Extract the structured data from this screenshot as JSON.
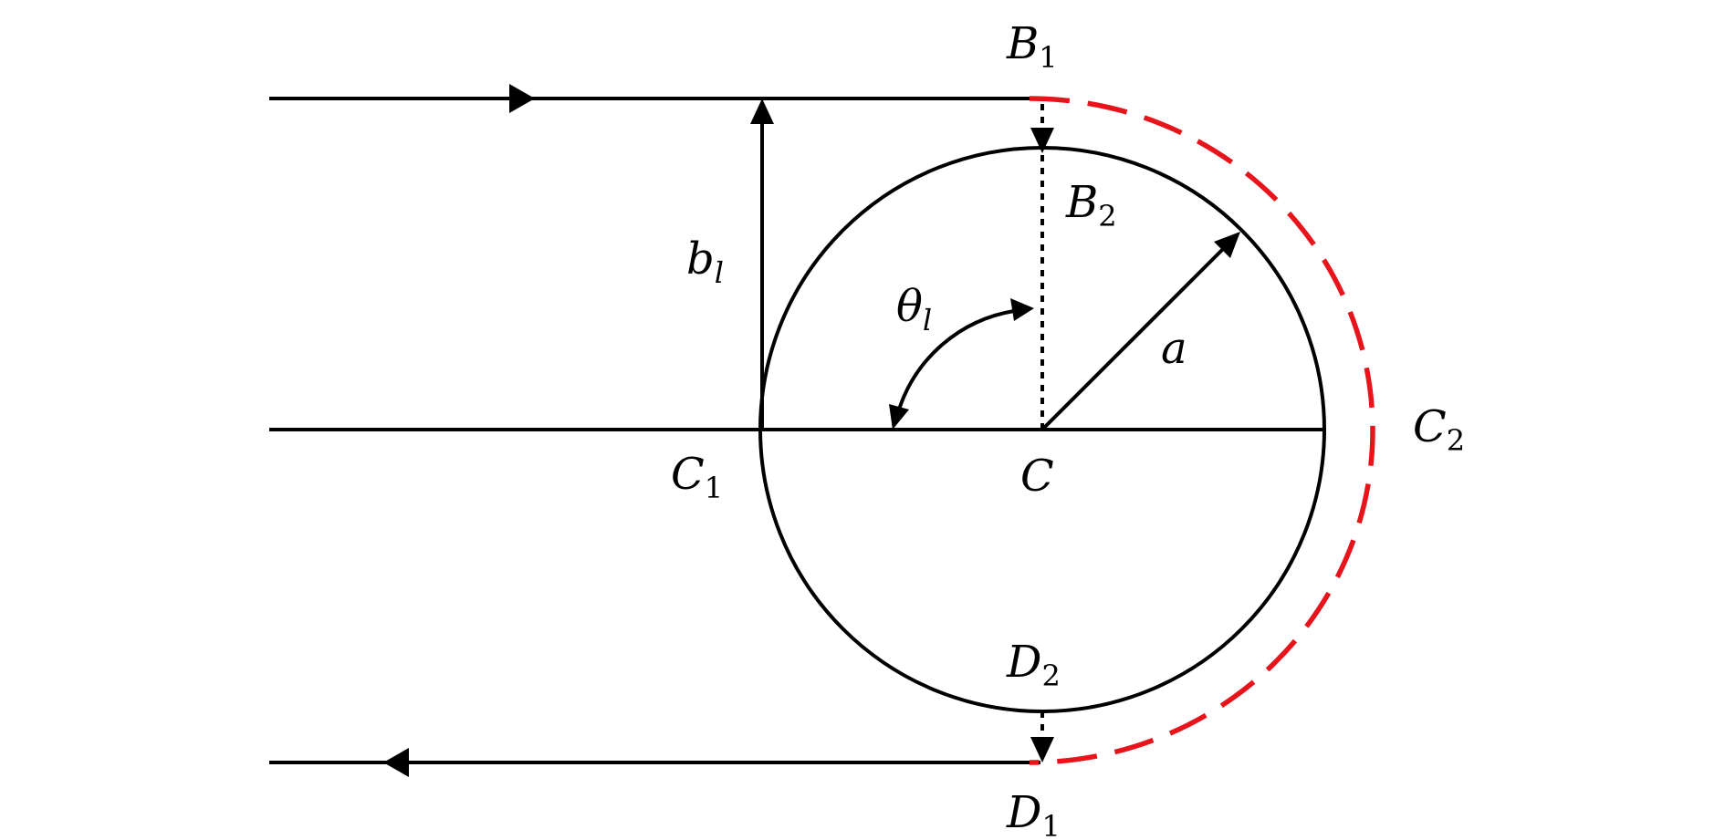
{
  "colors": {
    "line": "#000000",
    "dashed_arc": "#e8141b",
    "background": "#ffffff"
  },
  "labels": {
    "B1": {
      "main": "B",
      "sub": "1"
    },
    "B2": {
      "main": "B",
      "sub": "2"
    },
    "C": {
      "main": "C",
      "sub": ""
    },
    "C1": {
      "main": "C",
      "sub": "1"
    },
    "C2": {
      "main": "C",
      "sub": "2"
    },
    "D1": {
      "main": "D",
      "sub": "1"
    },
    "D2": {
      "main": "D",
      "sub": "2"
    },
    "radius": {
      "main": "a",
      "sub": ""
    },
    "impact": {
      "main": "b",
      "sub": "l"
    },
    "angle": {
      "main": "θ",
      "sub": "l"
    }
  }
}
